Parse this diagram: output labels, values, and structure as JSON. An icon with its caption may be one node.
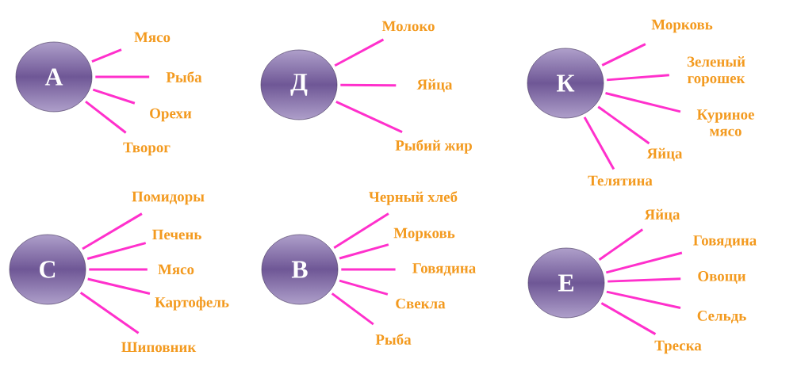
{
  "diagram": {
    "nodes": [
      {
        "text": [
          "А"
        ]
      },
      {
        "text": [
          "Мясо"
        ]
      },
      {
        "text": [
          "Рыба"
        ]
      },
      {
        "text": [
          "Орехи"
        ]
      },
      {
        "text": [
          "Творог"
        ]
      },
      {
        "text": [
          "Д"
        ]
      },
      {
        "text": [
          "Молоко"
        ]
      },
      {
        "text": [
          "Яйца"
        ]
      },
      {
        "text": [
          "Рыбий жир"
        ]
      },
      {
        "text": [
          "К"
        ]
      },
      {
        "text": [
          "Морковь"
        ]
      },
      {
        "text": [
          "Зеленый горошек"
        ]
      },
      {
        "text": [
          "Куриное мясо"
        ]
      },
      {
        "text": [
          "Яйца"
        ]
      },
      {
        "text": [
          "Телятина"
        ]
      },
      {
        "text": [
          "С"
        ]
      },
      {
        "text": [
          "Помидоры"
        ]
      },
      {
        "text": [
          "Печень"
        ]
      },
      {
        "text": [
          "Мясо"
        ]
      },
      {
        "text": [
          "Картофель"
        ]
      },
      {
        "text": [
          "Шиповник"
        ]
      },
      {
        "text": [
          "В"
        ]
      },
      {
        "text": [
          "Черный хлеб"
        ]
      },
      {
        "text": [
          "Морковь"
        ]
      },
      {
        "text": [
          "Говядина"
        ]
      },
      {
        "text": [
          "Свекла"
        ]
      },
      {
        "text": [
          "Рыба"
        ]
      },
      {
        "text": [
          "Е"
        ]
      },
      {
        "text": [
          "Яйца"
        ]
      },
      {
        "text": [
          "Говядина"
        ]
      },
      {
        "text": [
          "Овощи"
        ]
      },
      {
        "text": [
          "Сельдь"
        ]
      },
      {
        "text": [
          "Треска"
        ]
      }
    ],
    "edges": [
      {
        "from": 0,
        "to": 1,
        "arrow": "none"
      },
      {
        "from": 0,
        "to": 2,
        "arrow": "none"
      },
      {
        "from": 0,
        "to": 3,
        "arrow": "none"
      },
      {
        "from": 0,
        "to": 4,
        "arrow": "none"
      },
      {
        "from": 5,
        "to": 6,
        "arrow": "none"
      },
      {
        "from": 5,
        "to": 7,
        "arrow": "none"
      },
      {
        "from": 5,
        "to": 8,
        "arrow": "none"
      },
      {
        "from": 9,
        "to": 10,
        "arrow": "none"
      },
      {
        "from": 9,
        "to": 11,
        "arrow": "none"
      },
      {
        "from": 9,
        "to": 12,
        "arrow": "none"
      },
      {
        "from": 9,
        "to": 13,
        "arrow": "none"
      },
      {
        "from": 9,
        "to": 14,
        "arrow": "none"
      },
      {
        "from": 15,
        "to": 16,
        "arrow": "none"
      },
      {
        "from": 15,
        "to": 17,
        "arrow": "none"
      },
      {
        "from": 15,
        "to": 18,
        "arrow": "none"
      },
      {
        "from": 15,
        "to": 19,
        "arrow": "none"
      },
      {
        "from": 15,
        "to": 20,
        "arrow": "none"
      },
      {
        "from": 21,
        "to": 22,
        "arrow": "none"
      },
      {
        "from": 21,
        "to": 23,
        "arrow": "none"
      },
      {
        "from": 21,
        "to": 24,
        "arrow": "none"
      },
      {
        "from": 21,
        "to": 25,
        "arrow": "none"
      },
      {
        "from": 21,
        "to": 26,
        "arrow": "none"
      },
      {
        "from": 27,
        "to": 28,
        "arrow": "none"
      },
      {
        "from": 27,
        "to": 29,
        "arrow": "none"
      },
      {
        "from": 27,
        "to": 30,
        "arrow": "none"
      },
      {
        "from": 27,
        "to": 31,
        "arrow": "none"
      },
      {
        "from": 27,
        "to": 32,
        "arrow": "none"
      }
    ]
  }
}
